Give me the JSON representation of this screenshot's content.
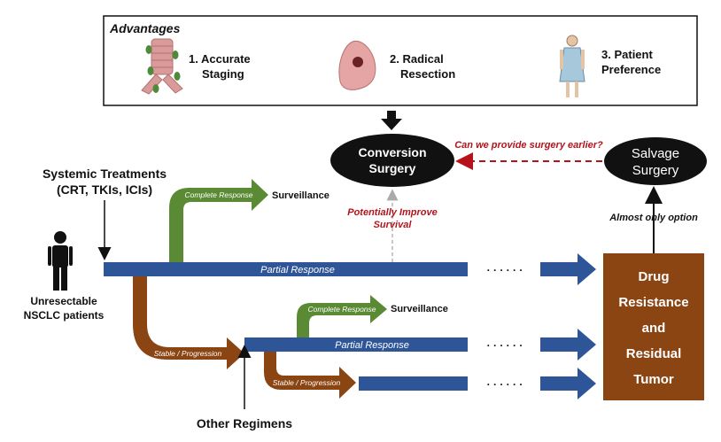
{
  "advantages": {
    "title": "Advantages",
    "items": [
      {
        "number": "1.",
        "line1": "Accurate",
        "line2": "Staging",
        "icon": "trachea-icon"
      },
      {
        "number": "2.",
        "line1": "Radical",
        "line2": "Resection",
        "icon": "lung-icon"
      },
      {
        "number": "3.",
        "line1": "Patient",
        "line2": "Preference",
        "icon": "patient-gown-icon"
      }
    ]
  },
  "conversion_surgery": {
    "line1": "Conversion",
    "line2": "Surgery"
  },
  "salvage_surgery": {
    "line1": "Salvage",
    "line2": "Surgery"
  },
  "question": "Can we provide surgery earlier?",
  "improve": {
    "line1": "Potentially Improve",
    "line2": "Survival"
  },
  "almost_only": "Almost only option",
  "systemic": {
    "line1": "Systemic Treatments",
    "line2": "(CRT, TKIs, ICIs)"
  },
  "patients": {
    "line1": "Unresectable",
    "line2": "NSCLC patients"
  },
  "other_regimens": "Other Regimens",
  "first_line": {
    "complete_response": "Complete Response",
    "surveillance": "Surveillance",
    "partial_response": "Partial Response",
    "stable_progression": "Stable / Progression"
  },
  "second_line": {
    "complete_response": "Complete Response",
    "surveillance": "Surveillance",
    "partial_response": "Partial Response",
    "stable_progression": "Stable / Progression"
  },
  "dots": "· · · · · ·",
  "outcome": [
    "Drug",
    "Resistance",
    "and",
    "Residual",
    "Tumor"
  ],
  "colors": {
    "blue": "#2e5597",
    "green": "#5a8a34",
    "brown": "#8b4513",
    "box_brown": "#8b4513",
    "red": "#b5121b",
    "ellipse": "#111111"
  }
}
